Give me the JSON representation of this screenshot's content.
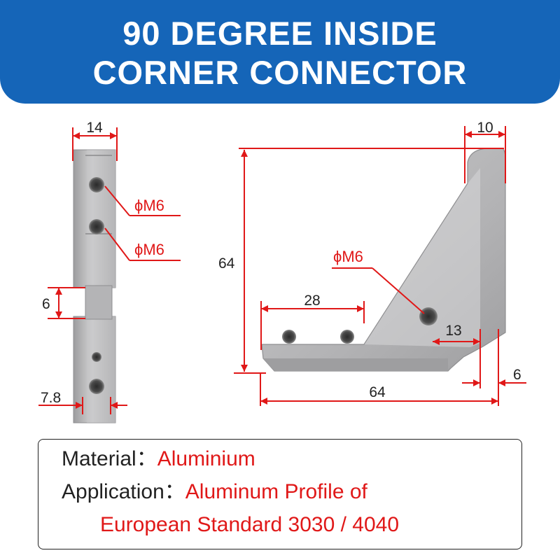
{
  "banner": {
    "line1": "90 DEGREE INSIDE",
    "line2": "CORNER CONNECTOR",
    "color": "#1565b8"
  },
  "dimensions": {
    "side_width": "14",
    "side_gap": "6",
    "side_bottom": "7.8",
    "hole_label_upper": "ϕM6",
    "hole_label_lower": "ϕM6",
    "front_top": "10",
    "front_height": "64",
    "front_hole": "ϕM6",
    "front_spacing": "28",
    "front_offset": "13",
    "front_width": "64",
    "front_right": "6"
  },
  "specs": {
    "material_label": "Material：",
    "material_value": "Aluminium",
    "application_label": "Application：",
    "application_value_line1": "Aluminum Profile of",
    "application_value_line2": "European Standard 3030 / 4040"
  },
  "colors": {
    "dimension_line": "#e01818",
    "metal": "#b9b9bb",
    "text": "#222222"
  }
}
